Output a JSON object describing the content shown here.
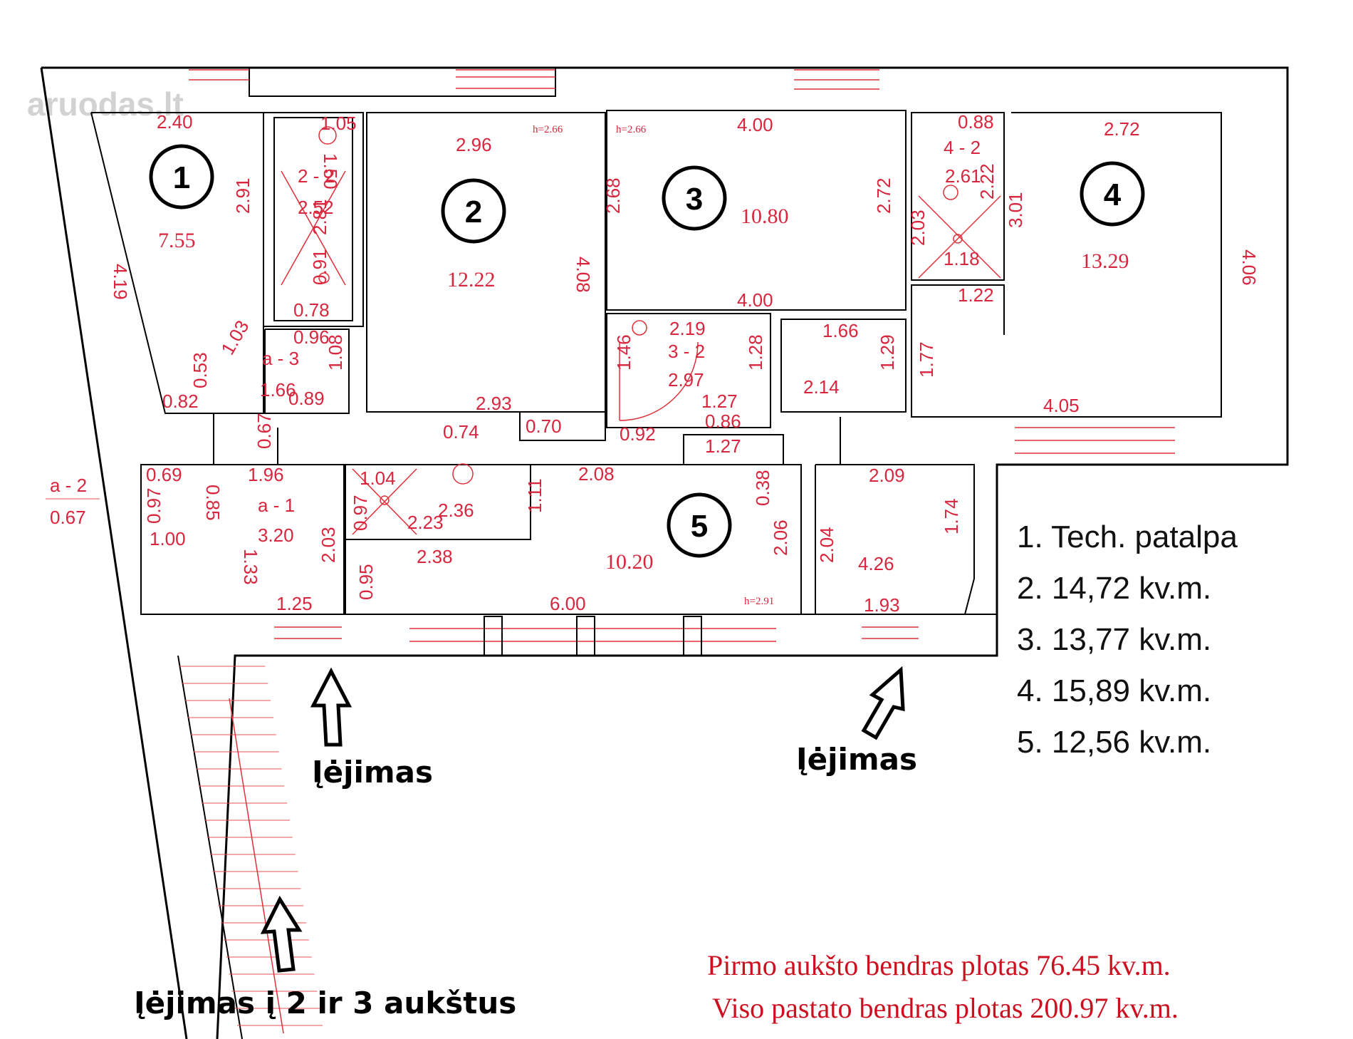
{
  "watermark": "aruodas.lt",
  "rooms": [
    {
      "number": "1",
      "area": "7.55"
    },
    {
      "number": "2",
      "area": "12.22"
    },
    {
      "number": "3",
      "area": "10.80"
    },
    {
      "number": "4",
      "area": "13.29"
    },
    {
      "number": "5",
      "area": "10.20"
    }
  ],
  "sub_rooms": {
    "r2_2": {
      "label": "2 - 2",
      "area": "2.52"
    },
    "a_3": {
      "label": "a - 3",
      "area": "1.66"
    },
    "r3_2": {
      "label": "3 - 2",
      "area": "2.97"
    },
    "r4_2": {
      "label": "4 - 2",
      "area": "2.61"
    },
    "a_1": {
      "label": "a - 1",
      "area": "3.20"
    },
    "a_2": {
      "label": "a - 2",
      "area": "0.67"
    },
    "hall_2_14": {
      "area": "2.14"
    },
    "wc_2_36": {
      "area": "2.36"
    },
    "room_4_26": {
      "area": "4.26"
    }
  },
  "heights": {
    "h1": "h=2.66",
    "h2": "h=2.66",
    "h3": "h=2.91"
  },
  "dimensions": [
    "2.40",
    "1.05",
    "1.50",
    "2.96",
    "4.00",
    "0.88",
    "2.72",
    "2.91",
    "4.19",
    "4.08",
    "2.68",
    "2.72",
    "2.22",
    "3.01",
    "4.06",
    "2.03",
    "1.18",
    "0.78",
    "0.91",
    "2.81",
    "0.96",
    "1.03",
    "1.08",
    "0.53",
    "0.82",
    "0.89",
    "2.93",
    "0.70",
    "4.00",
    "2.19",
    "1.46",
    "1.28",
    "1.27",
    "0.92",
    "0.86",
    "1.66",
    "1.29",
    "1.77",
    "1.22",
    "4.05",
    "0.74",
    "1.27",
    "0.67",
    "0.69",
    "0.97",
    "0.85",
    "1.96",
    "1.04",
    "0.97",
    "2.23",
    "1.11",
    "2.08",
    "0.38",
    "2.06",
    "2.09",
    "2.04",
    "1.74",
    "2.03",
    "1.33",
    "1.00",
    "0.95",
    "2.38",
    "1.25",
    "6.00",
    "1.93"
  ],
  "entrances": {
    "left": "Įėjimas",
    "right": "Įėjimas",
    "stairs": "Įėjimas į 2 ir 3 aukštus"
  },
  "legend": [
    "1. Tech. patalpa",
    "2. 14,72 kv.m.",
    "3. 13,77 kv.m.",
    "4. 15,89 kv.m.",
    "5. 12,56 kv.m."
  ],
  "totals": {
    "first_floor": "Pirmo aukšto bendras plotas 76.45 kv.m.",
    "building": "Viso pastato bendras plotas 200.97 kv.m."
  }
}
